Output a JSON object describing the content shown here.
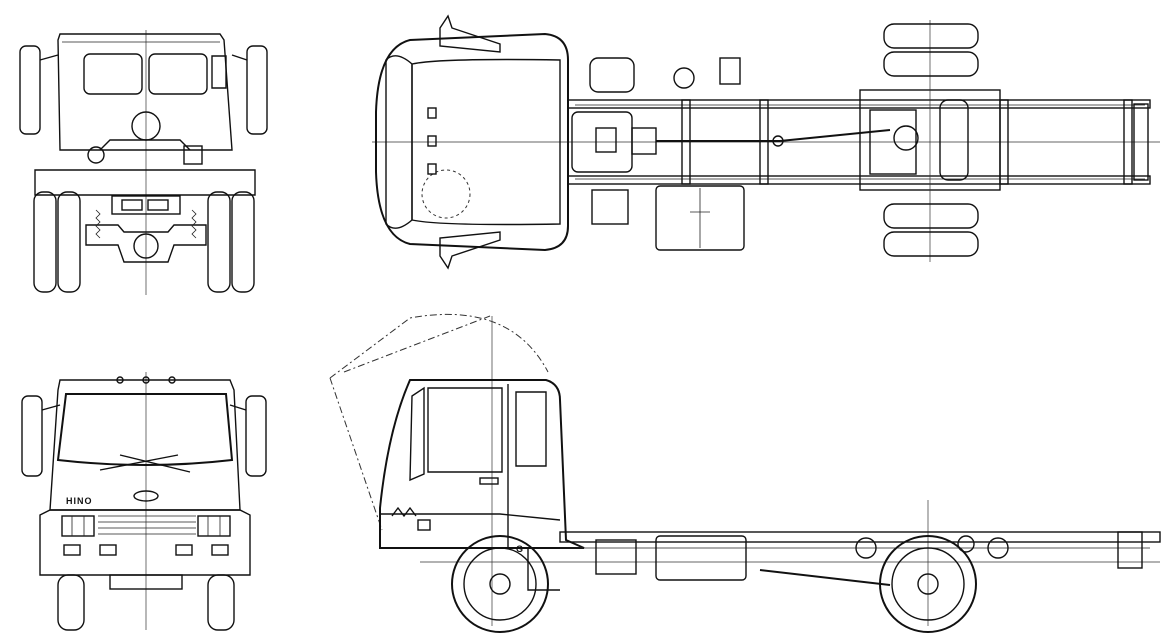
{
  "badge": {
    "text": "HINO"
  },
  "views": [
    "rear-view",
    "top-view",
    "front-view",
    "side-view"
  ],
  "colors": {
    "line": "#111111",
    "background": "#ffffff"
  }
}
